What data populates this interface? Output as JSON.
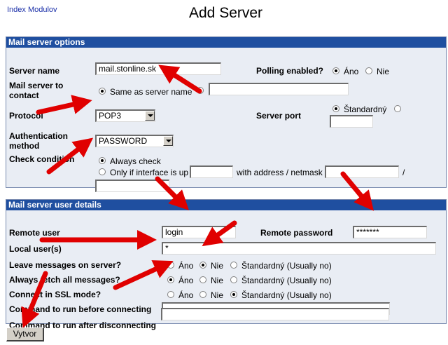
{
  "header": {
    "index_link": "Index Modulov",
    "title": "Add Server"
  },
  "mail_options": {
    "section_title": "Mail server options",
    "server_name_label": "Server name",
    "server_name_value": "mail.stonline.sk",
    "polling_label": "Polling enabled?",
    "polling_yes": "Áno",
    "polling_no": "Nie",
    "contact_label": "Mail server to contact",
    "contact_same": "Same as server name",
    "protocol_label": "Protocol",
    "protocol_value": "POP3",
    "server_port_label": "Server port",
    "server_port_default": "Štandardný",
    "auth_label": "Authentication method",
    "auth_value": "PASSWORD",
    "check_label": "Check condition",
    "check_always": "Always check",
    "check_only": "Only if interface is up",
    "check_address": "with address / netmask",
    "check_slash": "/"
  },
  "user_details": {
    "section_title": "Mail server user details",
    "remote_user_label": "Remote user",
    "remote_user_value": "login",
    "remote_password_label": "Remote password",
    "remote_password_value": "*******",
    "local_users_label": "Local user(s)",
    "local_users_value": "*",
    "leave_label": "Leave messages on server?",
    "fetch_label": "Always fetch all messages?",
    "ssl_label": "Connect in SSL mode?",
    "before_label": "Command to run before connecting",
    "after_label": "Command to run after disconnecting",
    "opt_yes": "Áno",
    "opt_no": "Nie",
    "opt_default": "Štandardný (Usually no)"
  },
  "submit_label": "Vytvor",
  "colors": {
    "section_header": "#1f4fa0",
    "section_bg": "#e9edf4",
    "annotation_arrow": "#e00000"
  }
}
